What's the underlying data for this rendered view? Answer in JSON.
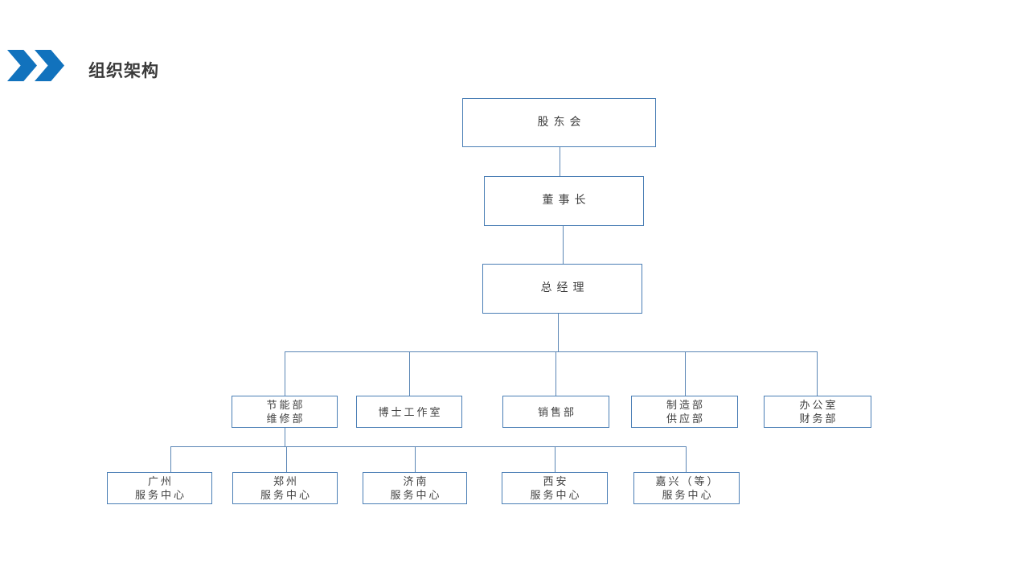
{
  "header": {
    "title": "组织架构",
    "title_color": "#3a3a3a",
    "chevron_icon_color": "#1172bd"
  },
  "colors": {
    "background": "#ffffff",
    "node_border": "#4a7eb5",
    "connector": "#5b86b5",
    "node_text": "#404040"
  },
  "org_chart": {
    "type": "org-tree",
    "levels": {
      "shareholders": "股东会",
      "chairman": "董事长",
      "general_manager": "总经理"
    },
    "departments": [
      {
        "lines": [
          "节能部",
          "维修部"
        ]
      },
      {
        "lines": [
          "博士工作室"
        ]
      },
      {
        "lines": [
          "销售部"
        ]
      },
      {
        "lines": [
          "制造部",
          "供应部"
        ]
      },
      {
        "lines": [
          "办公室",
          "财务部"
        ]
      }
    ],
    "service_centers": [
      {
        "lines": [
          "广州",
          "服务中心"
        ]
      },
      {
        "lines": [
          "郑州",
          "服务中心"
        ]
      },
      {
        "lines": [
          "济南",
          "服务中心"
        ]
      },
      {
        "lines": [
          "西安",
          "服务中心"
        ]
      },
      {
        "lines": [
          "嘉兴（等）",
          "服务中心"
        ]
      }
    ]
  }
}
